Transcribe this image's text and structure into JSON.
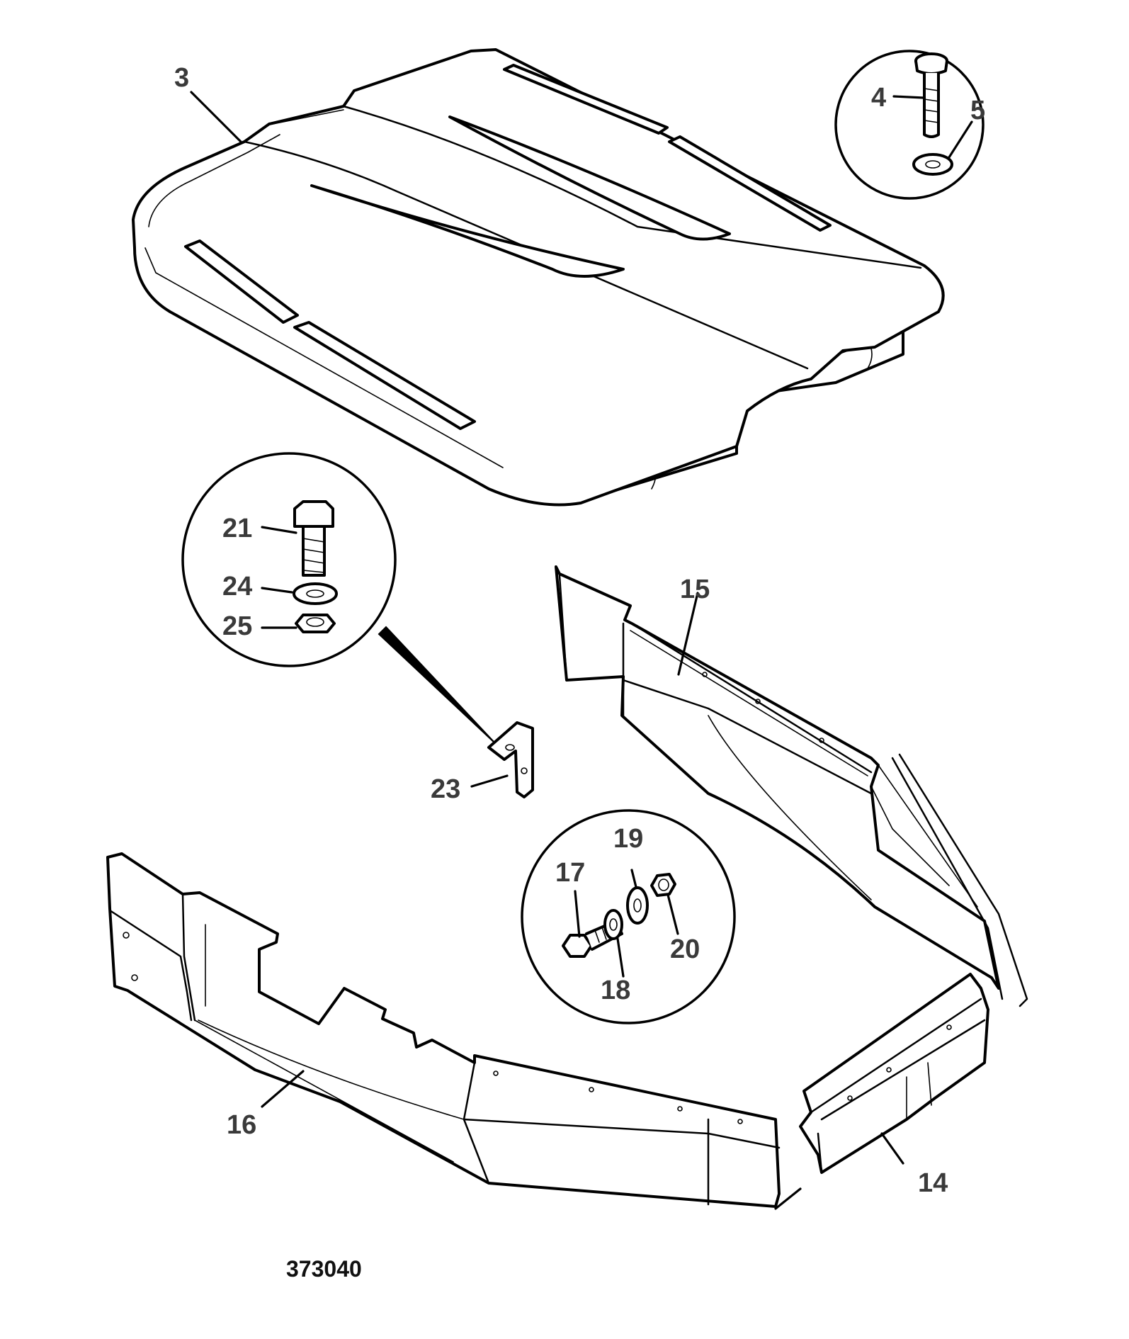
{
  "callouts": {
    "c3": "3",
    "c4": "4",
    "c5": "5",
    "c14": "14",
    "c15": "15",
    "c16": "16",
    "c17": "17",
    "c18": "18",
    "c19": "19",
    "c20": "20",
    "c21": "21",
    "c23": "23",
    "c24": "24",
    "c25": "25"
  },
  "drawing_reference": "373040"
}
